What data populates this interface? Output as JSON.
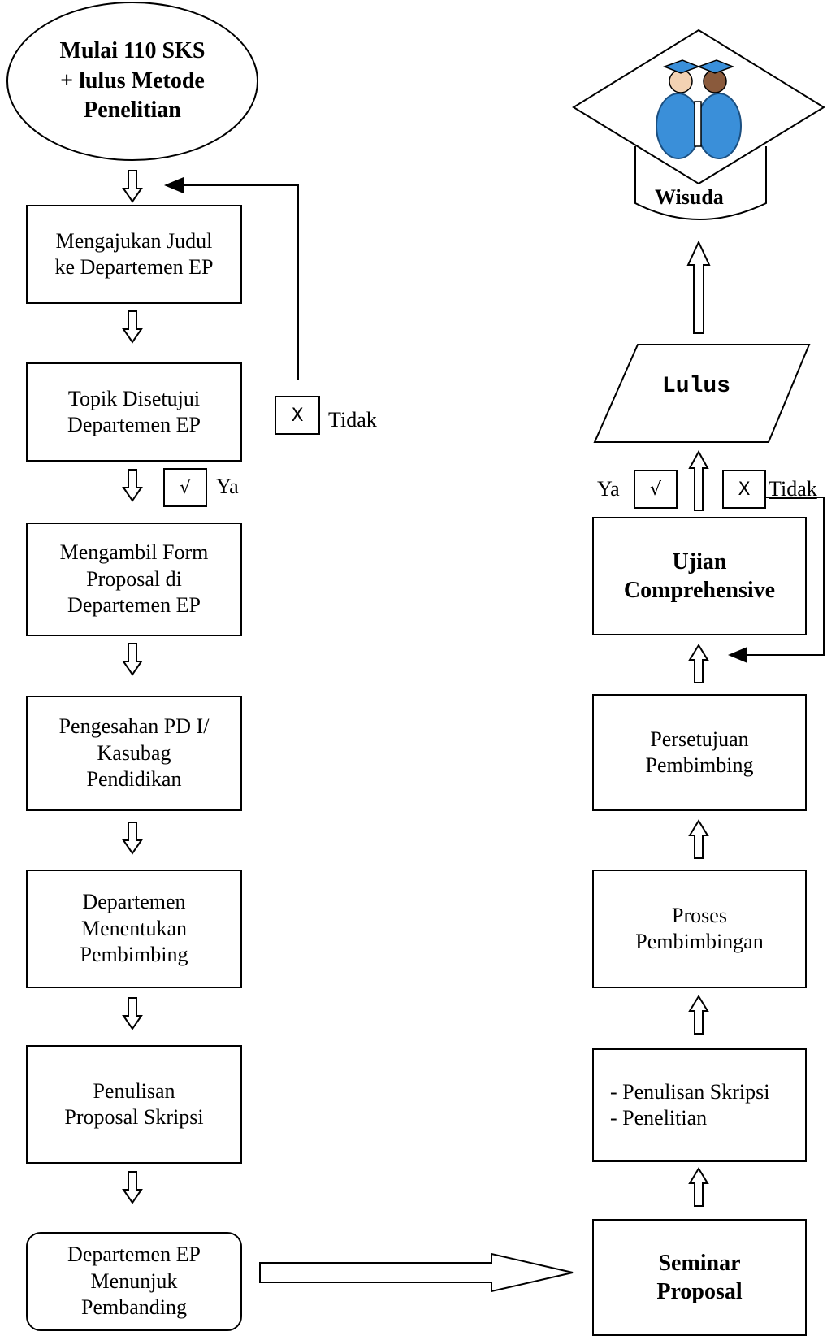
{
  "start": {
    "text": "Mulai 110 SKS\n+ lulus Metode\nPenelitian"
  },
  "left_steps": [
    {
      "text": "Mengajukan Judul\nke Departemen EP"
    },
    {
      "text": "Topik Disetujui\nDepartemen EP"
    },
    {
      "text": "Mengambil Form\nProposal di\nDepartemen EP"
    },
    {
      "text": "Pengesahan PD I/\nKasubag\nPendidikan"
    },
    {
      "text": "Departemen\nMenentukan\nPembimbing"
    },
    {
      "text": "Penulisan\nProposal Skripsi"
    },
    {
      "text": "Departemen EP\nMenunjuk\nPembanding"
    }
  ],
  "right_steps": [
    {
      "text": "Seminar\nProposal"
    },
    {
      "text": "- Penulisan Skripsi\n- Penelitian"
    },
    {
      "text": "Proses\nPembimbingan"
    },
    {
      "text": "Persetujuan\nPembimbing"
    },
    {
      "text": "Ujian\nComprehensive"
    }
  ],
  "decisions": {
    "topic_no": {
      "mark": "X",
      "label": "Tidak"
    },
    "topic_yes": {
      "mark": "√",
      "label": "Ya"
    },
    "exam_yes": {
      "mark": "√",
      "label": "Ya"
    },
    "exam_no": {
      "mark": "X",
      "label": "Tidak"
    }
  },
  "result": {
    "text": "Lulus"
  },
  "end": {
    "text": "Wisuda"
  },
  "colors": {
    "graduate_gown": "#3a8fd9",
    "line": "#000000"
  }
}
